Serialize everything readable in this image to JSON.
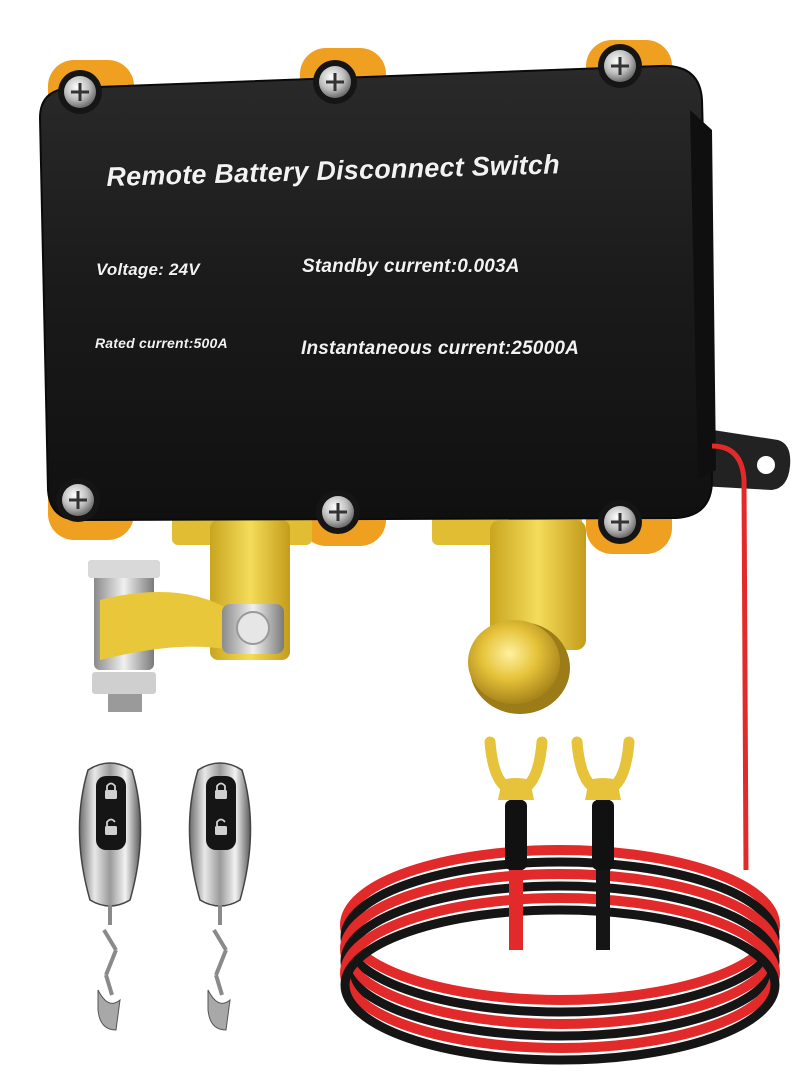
{
  "product": {
    "title": "Remote Battery Disconnect Switch",
    "specs": {
      "voltage": "Voltage: 24V",
      "standby_current": "Standby current:0.003A",
      "rated_current": "Rated current:500A",
      "instantaneous_current": "Instantaneous current:25000A"
    }
  },
  "colors": {
    "housing": "#1c1c1c",
    "accent": "#f0a020",
    "brass": "#e2c236",
    "wire_red": "#e22a2a",
    "wire_black": "#151515"
  },
  "icons": [
    "screw-icon",
    "lock-icon",
    "unlock-icon"
  ],
  "remotes_count": 2
}
